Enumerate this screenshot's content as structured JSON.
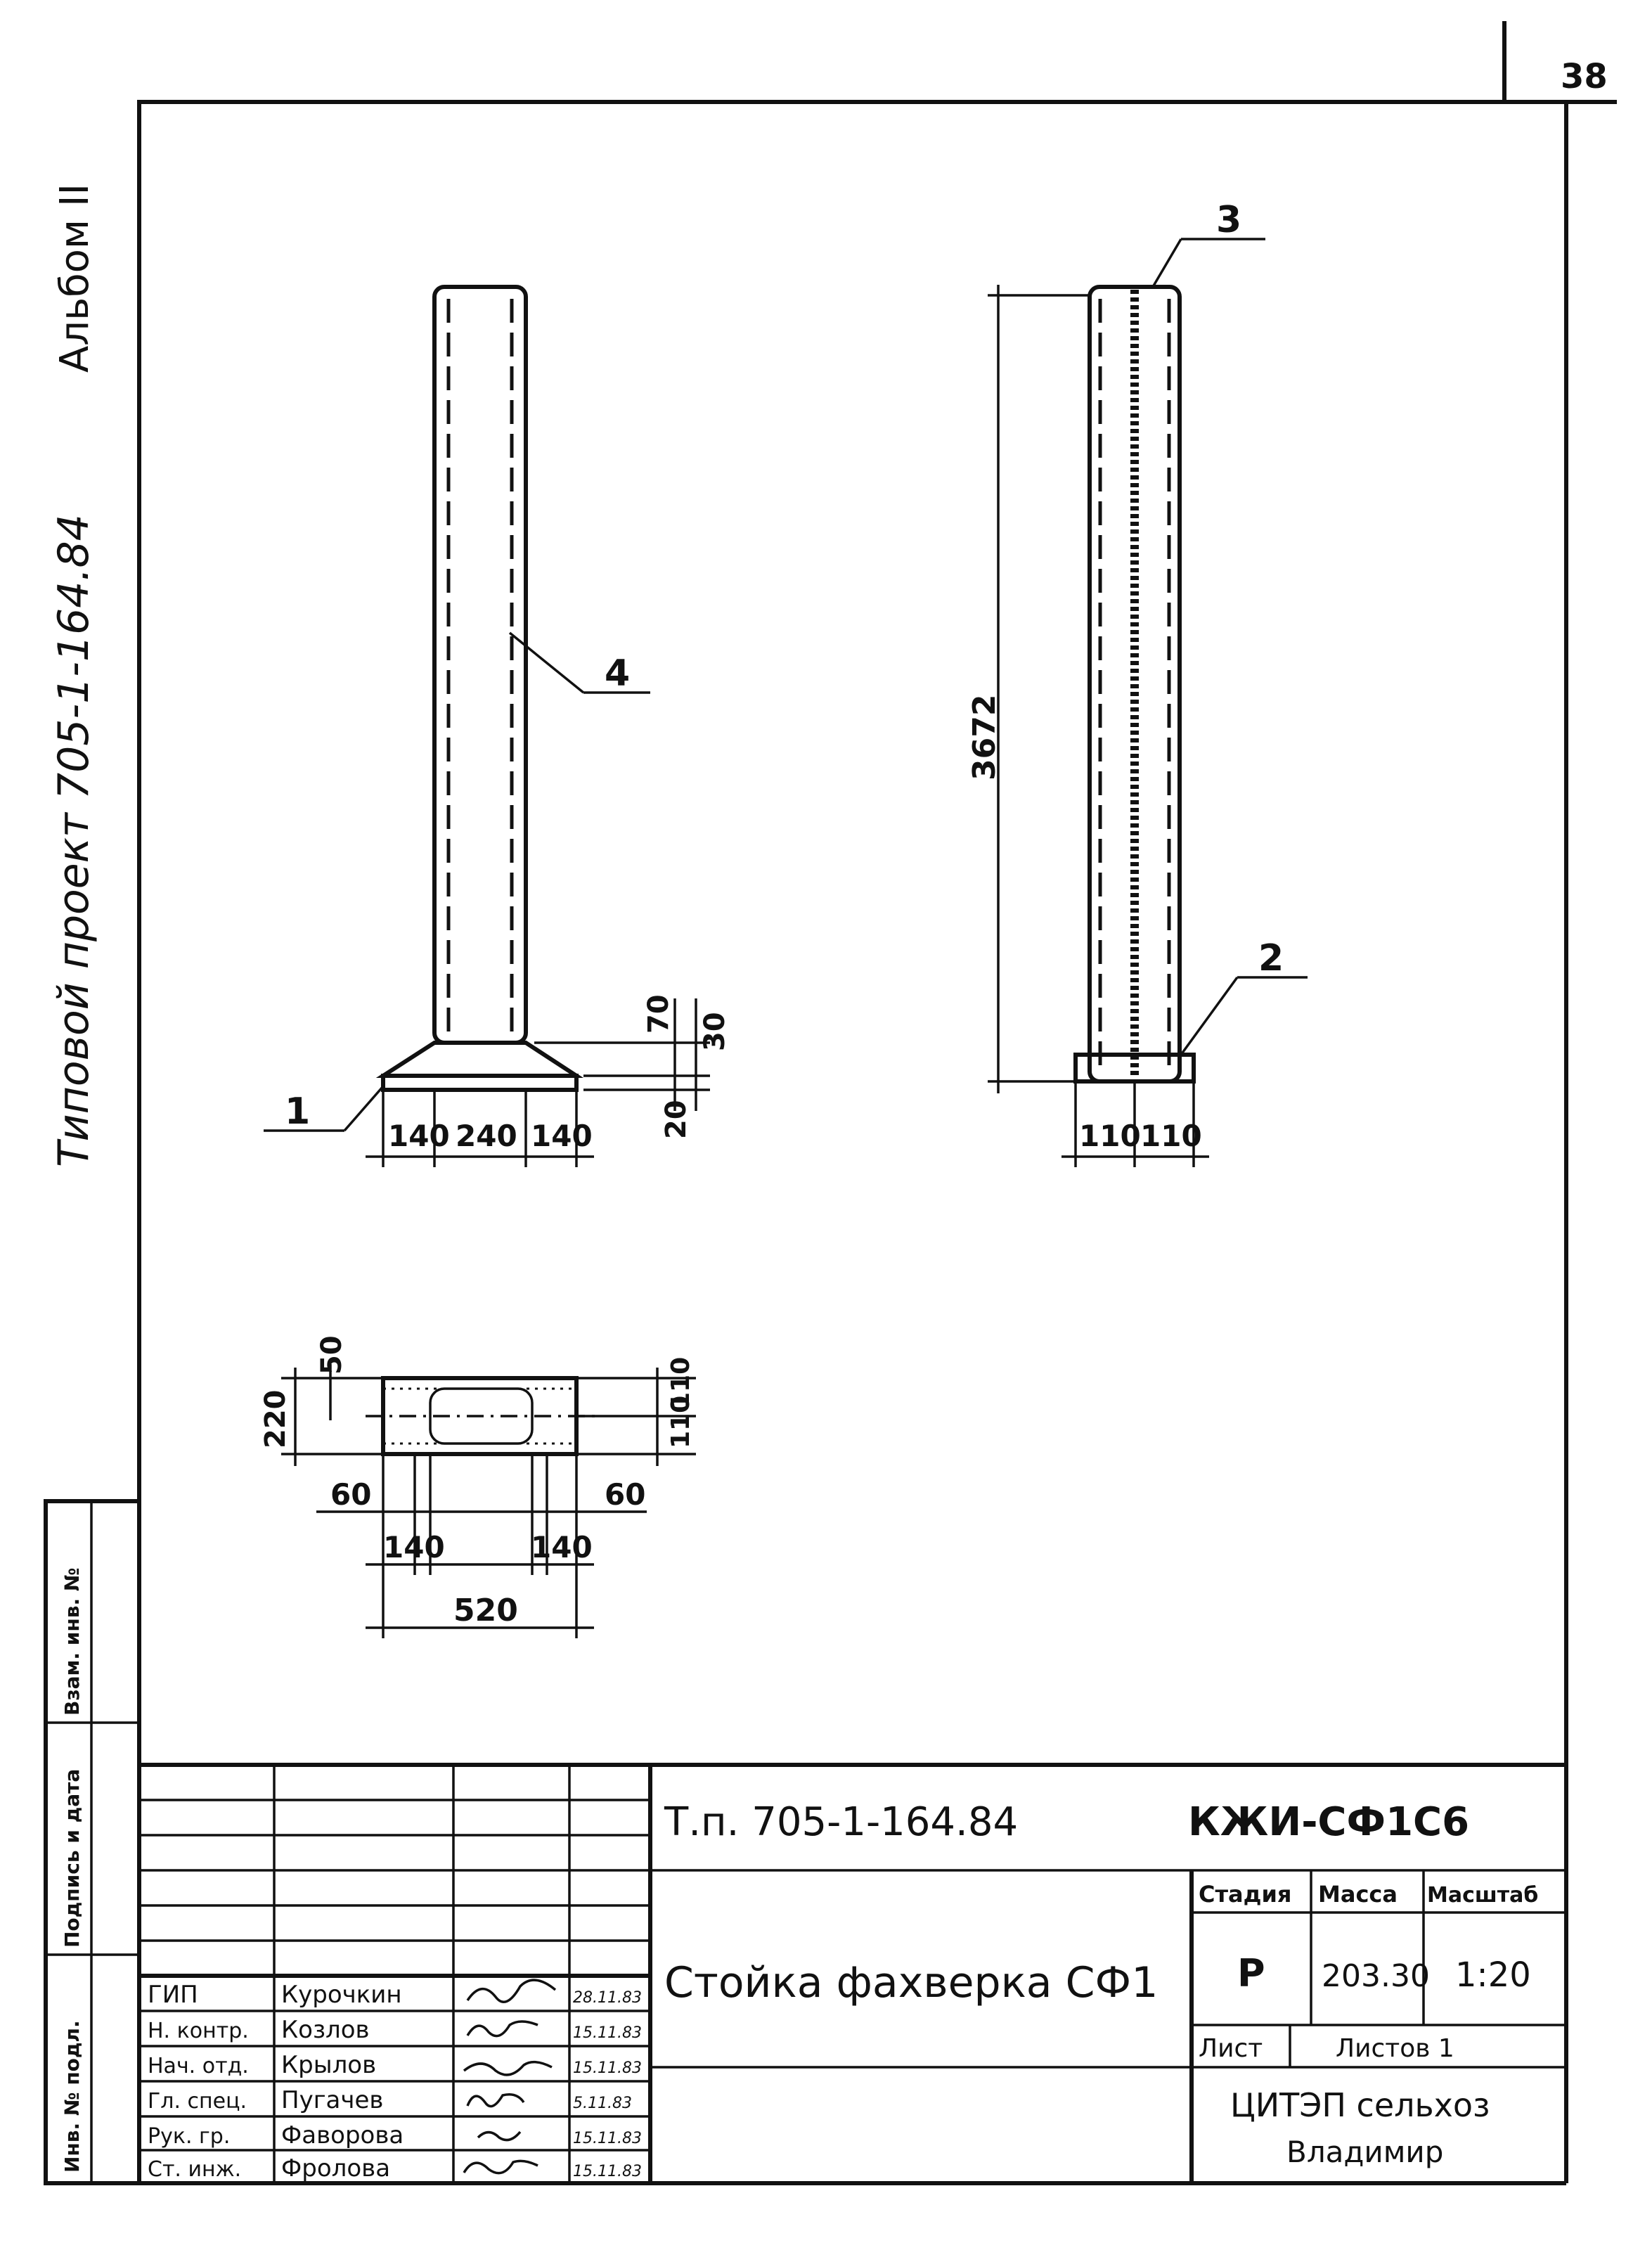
{
  "sheet_number": "38",
  "side_title": "Типовой проект 705-1-164.84",
  "album": "Альбом II",
  "side_stamp": {
    "inv": "Инв. № подл.",
    "sign": "Подпись и дата",
    "vzam": "Взам. инв. №"
  },
  "callouts": {
    "c1": "1",
    "c2": "2",
    "c3": "3",
    "c4": "4"
  },
  "dimensions": {
    "front": {
      "left": "140",
      "middle": "240",
      "right": "140",
      "h70": "70",
      "h30": "30",
      "h20": "20"
    },
    "side": {
      "height": "3672",
      "left": "110",
      "right": "110"
    },
    "plan": {
      "h220": "220",
      "h50": "50",
      "h110a": "110",
      "h110b": "110",
      "w60a": "60",
      "w60b": "60",
      "w140a": "140",
      "w140b": "140",
      "w520": "520"
    }
  },
  "title_block": {
    "project_code": "Т.п. 705-1-164.84",
    "doc_code": "КЖИ-СФ1С6",
    "name": "Стойка фахверка СФ1",
    "headers": {
      "stage": "Стадия",
      "mass": "Масса",
      "scale": "Масштаб"
    },
    "values": {
      "stage": "Р",
      "mass": "203.30",
      "scale": "1:20"
    },
    "sheet_label": "Лист",
    "sheets_label": "Листов 1",
    "org_line1": "ЦИТЭП сельхоз",
    "org_line2": "Владимир",
    "people": [
      {
        "role": "ГИП",
        "name": "Курочкин",
        "date": "28.11.83"
      },
      {
        "role": "Н. контр.",
        "name": "Козлов",
        "date": "15.11.83"
      },
      {
        "role": "Нач. отд.",
        "name": "Крылов",
        "date": "15.11.83"
      },
      {
        "role": "Гл. спец.",
        "name": "Пугачев",
        "date": "5.11.83"
      },
      {
        "role": "Рук. гр.",
        "name": "Фаворова",
        "date": "15.11.83"
      },
      {
        "role": "Ст. инж.",
        "name": "Фролова",
        "date": "15.11.83"
      }
    ]
  }
}
